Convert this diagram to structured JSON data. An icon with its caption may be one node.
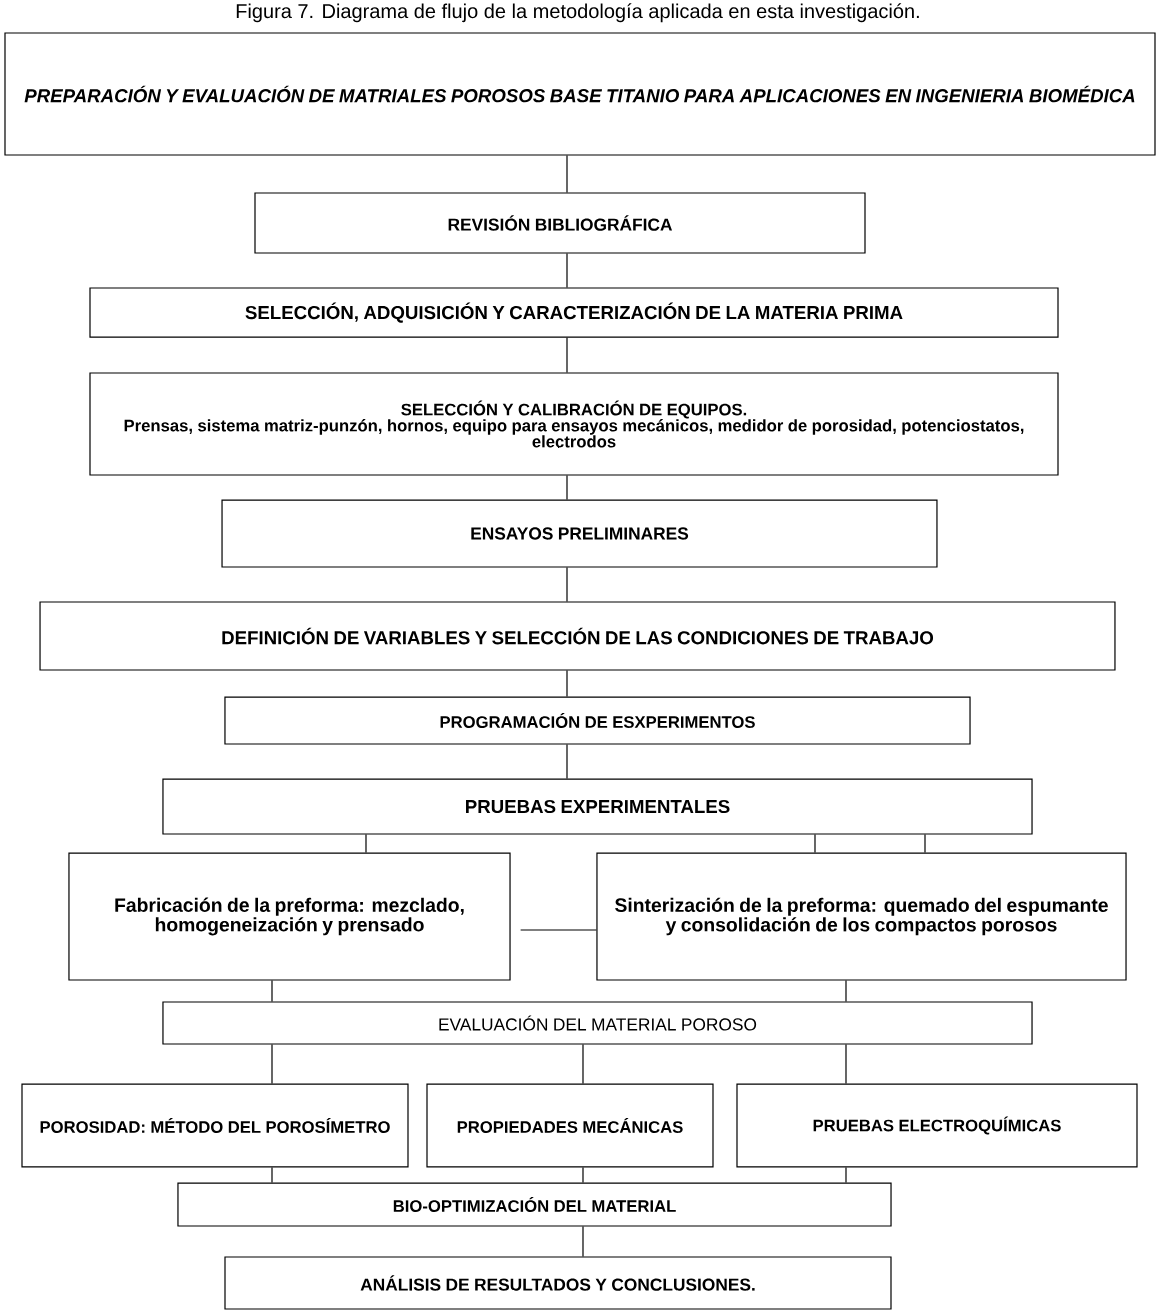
{
  "diagram": {
    "caption": "Figura 7. Diagrama de flujo de la metodología aplicada en esta investigación.",
    "nodes": [
      {
        "text": [
          "PREPARACIÓN Y EVALUACIÓN DE MATRIALES POROSOS BASE TITANIO PARA APLICACIONES EN INGENIERIA BIOMÉDICA"
        ]
      },
      {
        "text": [
          "REVISIÓN BIBLIOGRÁFICA"
        ]
      },
      {
        "text": [
          "SELECCIÓN, ADQUISICIÓN Y CARACTERIZACIÓN DE LA MATERIA PRIMA"
        ]
      },
      {
        "text": [
          "SELECCIÓN Y CALIBRACIÓN DE EQUIPOS.",
          "Prensas, sistema matriz-punzón, hornos, equipo para ensayos mecánicos, medidor de porosidad, potenciostatos, electrodos"
        ]
      },
      {
        "text": [
          "ENSAYOS PRELIMINARES"
        ]
      },
      {
        "text": [
          "DEFINICIÓN DE VARIABLES Y SELECCIÓN DE LAS CONDICIONES DE TRABAJO"
        ]
      },
      {
        "text": [
          "PROGRAMACIÓN DE ESXPERIMENTOS"
        ]
      },
      {
        "text": [
          "PRUEBAS EXPERIMENTALES"
        ]
      },
      {
        "text": [
          "Fabricación de la preforma: mezclado, homogeneización y prensado"
        ]
      },
      {
        "text": [
          "Sinterización de la preforma: quemado del espumante y consolidación de los compactos porosos"
        ]
      },
      {
        "text": [
          "EVALUACIÓN DEL MATERIAL POROSO"
        ]
      },
      {
        "text": [
          "POROSIDAD: MÉTODO DEL POROSÍMETRO"
        ]
      },
      {
        "text": [
          "PROPIEDADES MECÁNICAS"
        ]
      },
      {
        "text": [
          "PRUEBAS ELECTROQUÍMICAS"
        ]
      },
      {
        "text": [
          "BIO-OPTIMIZACIÓN DEL MATERIAL"
        ]
      },
      {
        "text": [
          "ANÁLISIS DE RESULTADOS Y CONCLUSIONES."
        ]
      }
    ],
    "edges": [
      {
        "from": 0,
        "to": 1,
        "arrow": "none"
      },
      {
        "from": 1,
        "to": 2,
        "arrow": "none"
      },
      {
        "from": 2,
        "to": 3,
        "arrow": "none"
      },
      {
        "from": 3,
        "to": 4,
        "arrow": "none"
      },
      {
        "from": 4,
        "to": 5,
        "arrow": "none"
      },
      {
        "from": 5,
        "to": 6,
        "arrow": "none"
      },
      {
        "from": 6,
        "to": 7,
        "arrow": "none"
      },
      {
        "from": 7,
        "to": 8,
        "arrow": "none"
      },
      {
        "from": 7,
        "to": 9,
        "arrow": "none"
      },
      {
        "from": 7,
        "to": 9,
        "arrow": "none"
      },
      {
        "from": 8,
        "to": 9,
        "arrow": "none"
      },
      {
        "from": 8,
        "to": 10,
        "arrow": "none"
      },
      {
        "from": 9,
        "to": 10,
        "arrow": "none"
      },
      {
        "from": 10,
        "to": 11,
        "arrow": "none"
      },
      {
        "from": 10,
        "to": 12,
        "arrow": "none"
      },
      {
        "from": 10,
        "to": 13,
        "arrow": "none"
      },
      {
        "from": 11,
        "to": 14,
        "arrow": "none"
      },
      {
        "from": 12,
        "to": 14,
        "arrow": "none"
      },
      {
        "from": 13,
        "to": 14,
        "arrow": "none"
      },
      {
        "from": 14,
        "to": 15,
        "arrow": "none"
      }
    ]
  }
}
